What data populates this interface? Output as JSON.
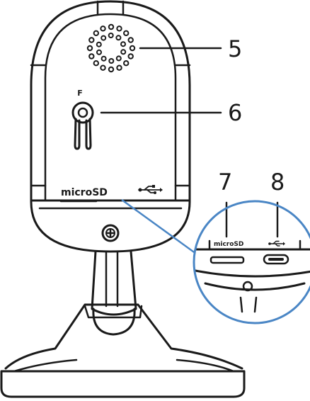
{
  "callouts": {
    "speaker": "5",
    "reset": "6",
    "microsd_slot": "7",
    "usb_port": "8"
  },
  "labels": {
    "microsd": "microSD",
    "microsd_zoom": "microSD",
    "reset_letter": "F"
  },
  "icons": {
    "usb": "usb-icon",
    "screw": "screw-icon"
  },
  "colors": {
    "line": "#1a1a1a",
    "zoom_circle": "#4a86c5"
  }
}
